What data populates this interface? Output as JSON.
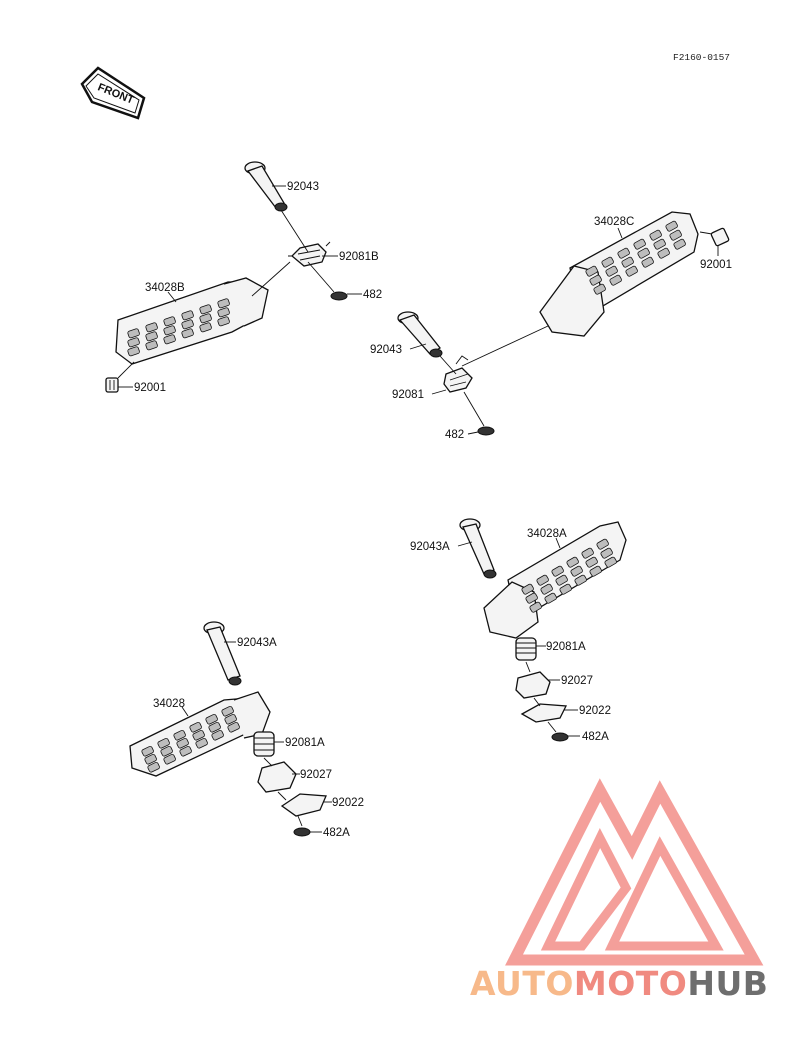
{
  "diagram_code": "F2160-0157",
  "front_label": "FRONT",
  "parts": {
    "p92043_top": "92043",
    "p92081B": "92081B",
    "p482_top": "482",
    "p34028B": "34028B",
    "p92001_left": "92001",
    "p34028C": "34028C",
    "p92001_right": "92001",
    "p92043_mid": "92043",
    "p92081_mid": "92081",
    "p482_mid": "482",
    "p92043A_right": "92043A",
    "p34028A": "34028A",
    "p92081A_right": "92081A",
    "p92027_right": "92027",
    "p92022_right": "92022",
    "p482A_right": "482A",
    "p92043A_left": "92043A",
    "p34028": "34028",
    "p92081A_left": "92081A",
    "p92027_left": "92027",
    "p92022_left": "92022",
    "p482A_left": "482A"
  },
  "watermark": {
    "word_auto": "AUTO",
    "word_moto": "MOTO",
    "word_hub": "HUB",
    "color_auto": "#f7b98a",
    "color_moto": "#f08a80",
    "color_hub": "#6e6e6e",
    "triangle_color": "#f28e88"
  }
}
